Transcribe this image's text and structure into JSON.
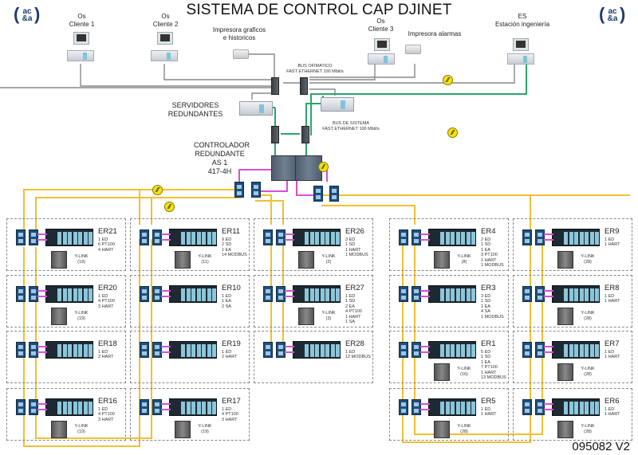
{
  "title": "SISTEMA DE CONTROL CAP DJINET",
  "logo": {
    "top": "ac",
    "bottom": "&a"
  },
  "doc_ref": "095082 V2",
  "workstations": [
    {
      "id": "os1",
      "line1": "Os",
      "line2": "Cliente 1"
    },
    {
      "id": "os2",
      "line1": "Os",
      "line2": "Cliente 2"
    },
    {
      "id": "os3",
      "line1": "Os",
      "line2": "Cliente 3"
    },
    {
      "id": "es",
      "line1": "ES",
      "line2": "Estación ingeniería"
    }
  ],
  "printers": [
    {
      "id": "graficos",
      "line1": "Impresora graficos",
      "line2": "e historicos"
    },
    {
      "id": "alarmas",
      "line1": "Impresora alarmas",
      "line2": ""
    }
  ],
  "buses": {
    "ofimatico": {
      "line1": "BUS OFIMATICO",
      "line2": "FAST ETHERNET 100 Mbit/s"
    },
    "sistema": {
      "line1": "BUS DE SISTEMA",
      "line2": "FAST ETHERNET 100 Mbit/s"
    }
  },
  "servers_label": {
    "line1": "SERVIDORES",
    "line2": "REDUNDANTES"
  },
  "controller_label": {
    "line1": "CONTROLADOR",
    "line2": "REDUNDANTE",
    "line3": "AS 1",
    "line4": "417-4H"
  },
  "colors": {
    "fiber": "#f0c030",
    "profibus": "#d84fd8",
    "sistema": "#2aa56a",
    "ofimatico": "#888888"
  },
  "stations": [
    {
      "name": "ER21",
      "io": [
        "1 ED",
        "6 PT100",
        "4 HART"
      ],
      "ylink": "Y-LINK",
      "ylink_n": "(19)"
    },
    {
      "name": "ER20",
      "io": [
        "1 ED",
        "4 PT100",
        "3 HART"
      ],
      "ylink": "Y-LINK",
      "ylink_n": "(19)"
    },
    {
      "name": "ER18",
      "io": [
        "1 ED",
        "2 HART"
      ],
      "ylink": "",
      "ylink_n": ""
    },
    {
      "name": "ER16",
      "io": [
        "1 ED",
        "4 PT100",
        "3 HART"
      ],
      "ylink": "Y-LINK",
      "ylink_n": "(19)"
    },
    {
      "name": "ER11",
      "io": [
        "9 ED",
        "2 SD",
        "1 EA",
        "14 MODBUS"
      ],
      "ylink": "Y-LINK",
      "ylink_n": "(11)"
    },
    {
      "name": "ER10",
      "io": [
        "1 ED",
        "1 EA",
        "2 SA"
      ],
      "ylink": "",
      "ylink_n": ""
    },
    {
      "name": "ER19",
      "io": [
        "1 ED",
        "2 HART"
      ],
      "ylink": "",
      "ylink_n": ""
    },
    {
      "name": "ER17",
      "io": [
        "1 ED",
        "4 PT100",
        "3 HART"
      ],
      "ylink": "Y-LINK",
      "ylink_n": "(19)"
    },
    {
      "name": "ER26",
      "io": [
        "3 ED",
        "1 SD",
        "1 HART",
        "1 MODBUS"
      ],
      "ylink": "Y-LINK",
      "ylink_n": "(2)"
    },
    {
      "name": "ER27",
      "io": [
        "1 ED",
        "1 SD",
        "2 EA",
        "4 PT100",
        "1 HART",
        "1 SA"
      ],
      "ylink": "Y-LINK",
      "ylink_n": "(3)"
    },
    {
      "name": "ER28",
      "io": [
        "1 ED",
        "12 MODBUS"
      ],
      "ylink": "",
      "ylink_n": ""
    },
    {
      "name": "ER4",
      "io": [
        "2 ED",
        "1 SD",
        "1 EA",
        "3 PT100",
        "1 HART",
        "1 MODBUS"
      ],
      "ylink": "Y-LINK",
      "ylink_n": "(8)"
    },
    {
      "name": "ER3",
      "io": [
        "3 ED",
        "1 SD",
        "1 EA",
        "4 SA",
        "1 MODBUS"
      ],
      "ylink": "",
      "ylink_n": ""
    },
    {
      "name": "ER1",
      "io": [
        "5 ED",
        "1 SD",
        "1 EA",
        "7 PT100",
        "1 HART",
        "13 MODBUS"
      ],
      "ylink": "Y-LINK",
      "ylink_n": "(16)"
    },
    {
      "name": "ER5",
      "io": [
        "1 ED",
        "1 HART"
      ],
      "ylink": "Y-LINK",
      "ylink_n": "(28)"
    },
    {
      "name": "ER9",
      "io": [
        "1 ED",
        "1 HART"
      ],
      "ylink": "Y-LINK",
      "ylink_n": "(28)"
    },
    {
      "name": "ER8",
      "io": [
        "1 ED",
        "1 HART"
      ],
      "ylink": "Y-LINK",
      "ylink_n": "(28)"
    },
    {
      "name": "ER7",
      "io": [
        "1 ED",
        "1 HART"
      ],
      "ylink": "Y-LINK",
      "ylink_n": "(28)"
    },
    {
      "name": "ER6",
      "io": [
        "1 ED",
        "1 HART"
      ],
      "ylink": "Y-LINK",
      "ylink_n": "(28)"
    }
  ]
}
